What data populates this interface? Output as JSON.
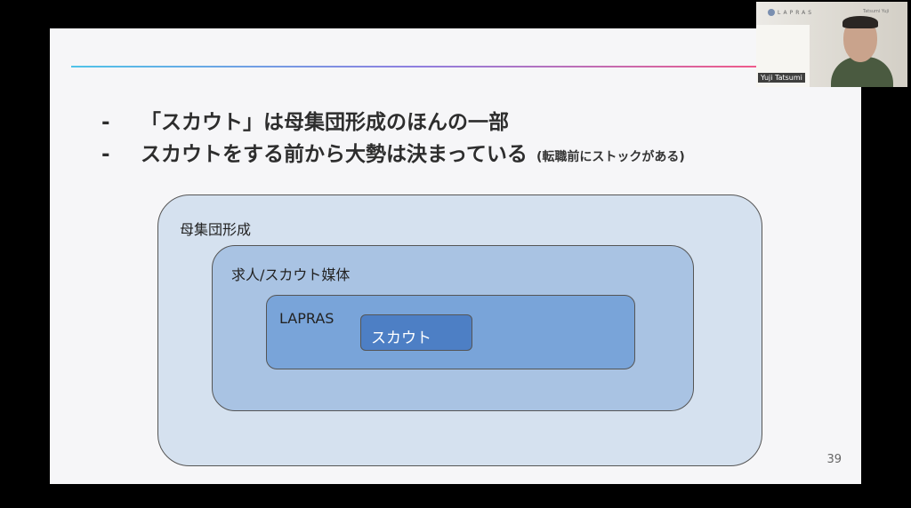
{
  "slide": {
    "bullets": [
      {
        "dash": "-",
        "text": "「スカウト」は母集団形成のほんの一部",
        "note": ""
      },
      {
        "dash": "-",
        "text": "スカウトをする前から大勢は決まっている",
        "note": "(転職前にストックがある)"
      }
    ],
    "diagram": {
      "outer": "母集団形成",
      "middle": "求人/スカウト媒体",
      "inner": "LAPRAS",
      "core": "スカウト"
    },
    "page_number": "39"
  },
  "webcam": {
    "name": "Yuji Tatsumi",
    "logo_text": "LAPRAS",
    "small_text": "Tatsumi Yuji"
  },
  "colors": {
    "outer": "#d5e1ef",
    "middle": "#a9c3e3",
    "inner": "#79a4d9",
    "core": "#4d7fc5"
  }
}
